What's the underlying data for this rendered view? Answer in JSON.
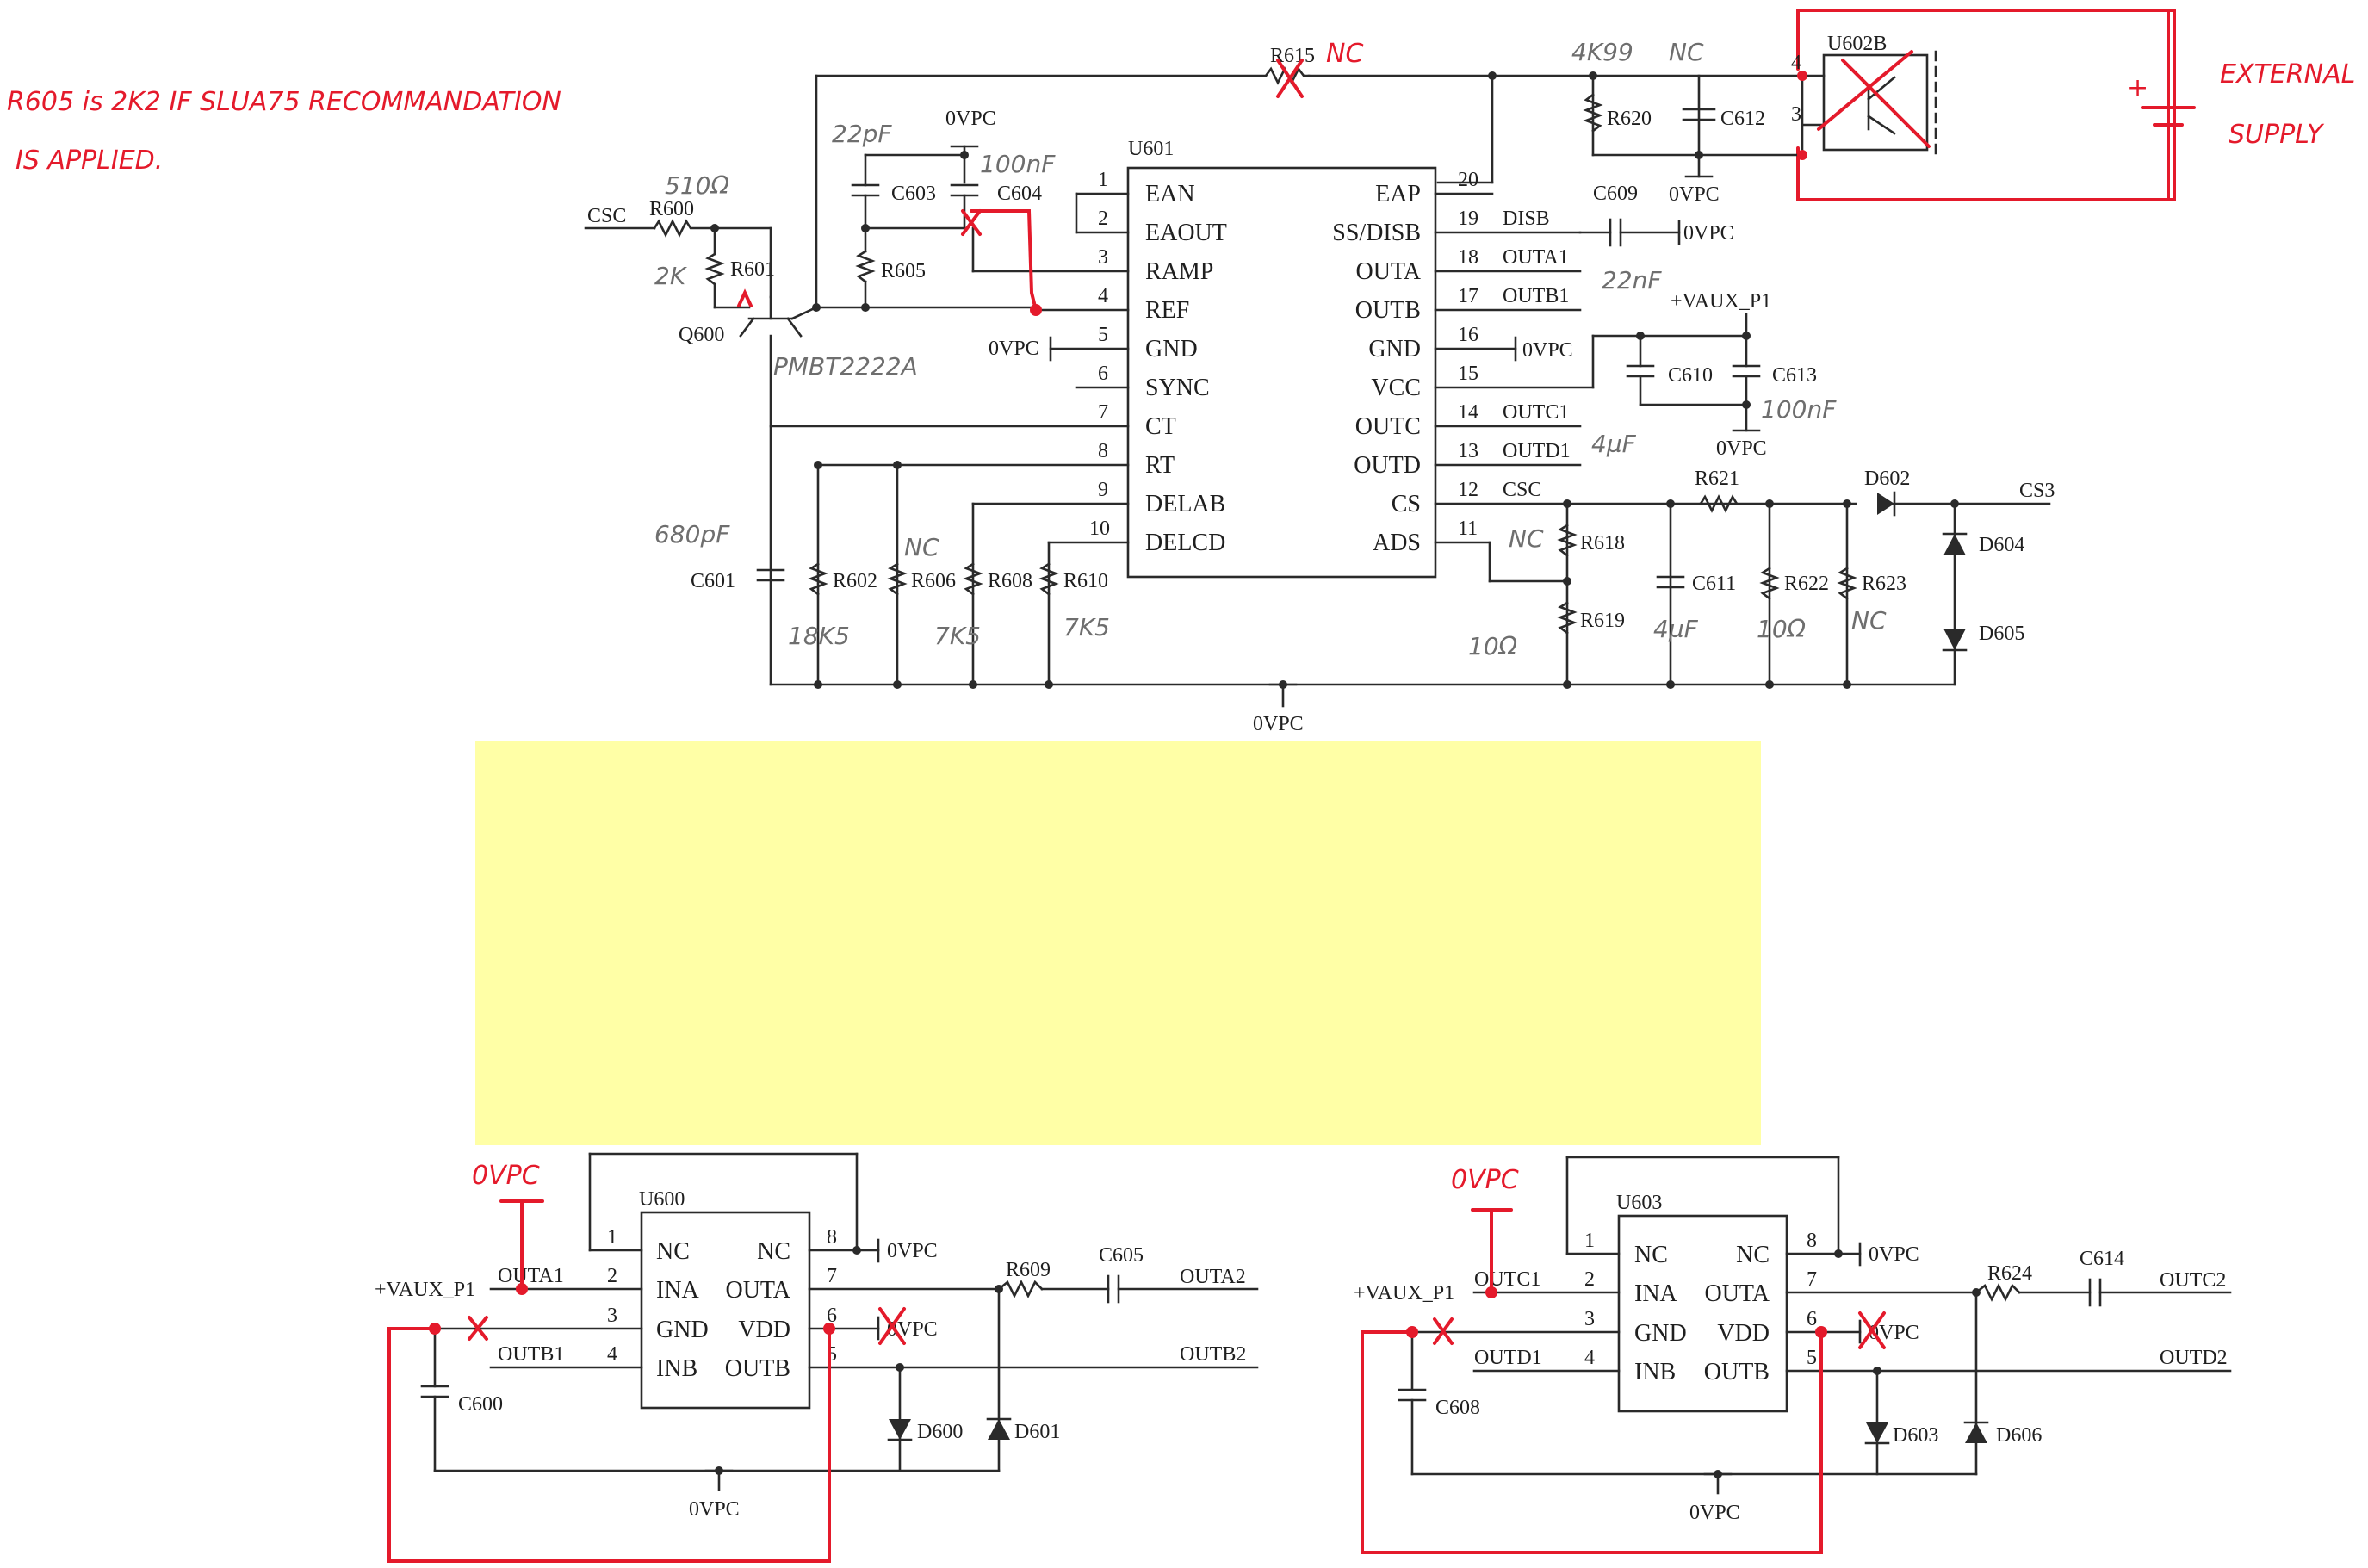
{
  "notes": {
    "top_left_line1": "R605 is 2K2 IF SLUA75 RECOMMANDATION",
    "top_left_line2": "IS APPLIED.",
    "external_supply_1": "EXTERNAL",
    "external_supply_2": "SUPPLY",
    "plus_sign": "+",
    "nc_r615": "NC",
    "vpc_u600": "0VPC",
    "vpc_u603": "0VPC"
  },
  "handwritten_values": {
    "r600": "510Ω",
    "r601": "2K",
    "c603": "22pF",
    "c604": "100nF",
    "q600": "PMBT2222A",
    "r620": "4K99",
    "r620_nc": "NC",
    "c609": "22nF",
    "c613": "100nF",
    "c610": "4µF",
    "c601": "680pF",
    "r602": "18K5",
    "r606": "NC",
    "r608": "7K5",
    "r610": "7K5",
    "r618": "NC",
    "r619": "10Ω",
    "c611": "4µF",
    "r622": "10Ω",
    "r623": "NC"
  },
  "u601": {
    "ref": "U601",
    "left_pins": [
      {
        "num": "1",
        "name": "EAN"
      },
      {
        "num": "2",
        "name": "EAOUT"
      },
      {
        "num": "3",
        "name": "RAMP"
      },
      {
        "num": "4",
        "name": "REF"
      },
      {
        "num": "5",
        "name": "GND"
      },
      {
        "num": "6",
        "name": "SYNC"
      },
      {
        "num": "7",
        "name": "CT"
      },
      {
        "num": "8",
        "name": "RT"
      },
      {
        "num": "9",
        "name": "DELAB"
      },
      {
        "num": "10",
        "name": "DELCD"
      }
    ],
    "right_pins": [
      {
        "num": "20",
        "name": "EAP",
        "net": ""
      },
      {
        "num": "19",
        "name": "SS/DISB",
        "net": "DISB"
      },
      {
        "num": "18",
        "name": "OUTA",
        "net": "OUTA1"
      },
      {
        "num": "17",
        "name": "OUTB",
        "net": "OUTB1"
      },
      {
        "num": "16",
        "name": "GND",
        "net": "0VPC"
      },
      {
        "num": "15",
        "name": "VCC",
        "net": ""
      },
      {
        "num": "14",
        "name": "OUTC",
        "net": "OUTC1"
      },
      {
        "num": "13",
        "name": "OUTD",
        "net": "OUTD1"
      },
      {
        "num": "12",
        "name": "CS",
        "net": "CSC"
      },
      {
        "num": "11",
        "name": "ADS",
        "net": ""
      }
    ]
  },
  "u600": {
    "ref": "U600",
    "left_pins": [
      {
        "num": "1",
        "name": "NC"
      },
      {
        "num": "2",
        "name": "INA"
      },
      {
        "num": "3",
        "name": "GND"
      },
      {
        "num": "4",
        "name": "INB"
      }
    ],
    "right_pins": [
      {
        "num": "8",
        "name": "NC"
      },
      {
        "num": "7",
        "name": "OUTA"
      },
      {
        "num": "6",
        "name": "VDD"
      },
      {
        "num": "5",
        "name": "OUTB"
      }
    ],
    "net_in_a": "OUTA1",
    "net_in_b": "OUTB1",
    "supply": "+VAUX_P1",
    "gnd": "0VPC",
    "pin8_net": "0VPC",
    "pin6_net": "0VPC",
    "res": "R609",
    "cap": "C605",
    "cap_in": "C600",
    "out_a": "OUTA2",
    "out_b": "OUTB2",
    "diode_1": "D600",
    "diode_2": "D601"
  },
  "u603": {
    "ref": "U603",
    "left_pins": [
      {
        "num": "1",
        "name": "NC"
      },
      {
        "num": "2",
        "name": "INA"
      },
      {
        "num": "3",
        "name": "GND"
      },
      {
        "num": "4",
        "name": "INB"
      }
    ],
    "right_pins": [
      {
        "num": "8",
        "name": "NC"
      },
      {
        "num": "7",
        "name": "OUTA"
      },
      {
        "num": "6",
        "name": "VDD"
      },
      {
        "num": "5",
        "name": "OUTB"
      }
    ],
    "net_in_a": "OUTC1",
    "net_in_b": "OUTD1",
    "supply": "+VAUX_P1",
    "gnd": "0VPC",
    "pin8_net": "0VPC",
    "pin6_net": "0VPC",
    "res": "R624",
    "cap": "C614",
    "cap_in": "C608",
    "out_a": "OUTC2",
    "out_b": "OUTD2",
    "diode_1": "D603",
    "diode_2": "D606"
  },
  "parts": {
    "r600": "R600",
    "r601": "R601",
    "r605": "R605",
    "r615": "R615",
    "r620": "R620",
    "c612": "C612",
    "c603": "C603",
    "c604": "C604",
    "c609": "C609",
    "c610": "C610",
    "c613": "C613",
    "c601": "C601",
    "r602": "R602",
    "r606": "R606",
    "r608": "R608",
    "r610": "R610",
    "r618": "R618",
    "r619": "R619",
    "c611": "C611",
    "r621": "R621",
    "r622": "R622",
    "r623": "R623",
    "d602": "D602",
    "d604": "D604",
    "d605": "D605",
    "q600": "Q600",
    "u602b": "U602B"
  },
  "nets": {
    "csc_in": "CSC",
    "cs3": "CS3",
    "vpc": "0VPC",
    "vaux": "+VAUX_P1",
    "u602b_pin4": "4",
    "u602b_pin3": "3"
  },
  "colors": {
    "ink": "#2a2a2a",
    "markup_red": "#e41a2b",
    "pencil_gray": "#6e6e6e",
    "sticky_note": "#ffffa6"
  }
}
